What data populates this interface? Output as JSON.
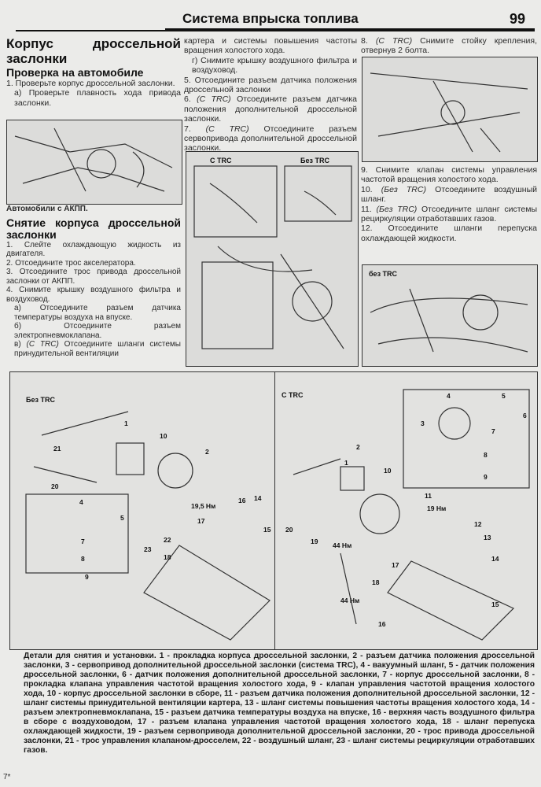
{
  "header": {
    "title": "Система впрыска топлива",
    "page_number": "99"
  },
  "col1": {
    "h1": "Корпус дроссельной заслонки",
    "h2_check": "Проверка на автомобиле",
    "check": [
      "1. Проверьте корпус дроссельной заслонки.",
      "а) Проверьте плавность хода привода заслонки."
    ],
    "fig_caption": "Автомобили с АКПП.",
    "h2_remove": "Снятие корпуса дроссельной заслонки",
    "steps": [
      "1. Слейте охлаждающую жидкость из двигателя.",
      "2. Отсоедините трос акселератора.",
      "3. Отсоедините трос привода дроссельной заслонки от АКПП.",
      "4. Снимите крышку воздушного фильтра и воздуховод."
    ],
    "substeps": [
      "а) Отсоедините разъем датчика температуры воздуха на впуске.",
      "б) Отсоедините разъем электропневмоклапана."
    ],
    "sub_v_prefix": "в) ",
    "sub_v_tag": "(С TRC)",
    "sub_v_text": " Отсоедините шланги системы принудительной вентиляции"
  },
  "col2": {
    "cont": "картера и системы повышения частоты вращения холостого хода.",
    "sub_g": "г) Снимите крышку воздушного фильтра и воздуховод.",
    "step5": "5. Отсоедините разъем датчика положения дроссельной заслонки",
    "step6_num": "6. ",
    "step6_tag": "(С TRC)",
    "step6_text": " Отсоедините разъем датчика положения дополнительной дроссельной заслонки.",
    "step7_num": "7. ",
    "step7_tag": "(С TRC)",
    "step7_text": " Отсоедините разъем сервопривода дополнительной дроссельной заслонки.",
    "fig_labels": [
      "С TRC",
      "Без TRC"
    ]
  },
  "col3": {
    "step8_num": "8. ",
    "step8_tag": "(С TRC)",
    "step8_text": " Снимите стойку крепления, отвернув 2 болта.",
    "step9": "9. Снимите клапан системы управления частотой вращения холостого хода.",
    "step10_num": "10. ",
    "step10_tag": "(Без TRC)",
    "step10_text": " Отсоедините воздушный шланг.",
    "step11_num": "11. ",
    "step11_tag": "(Без TRC)",
    "step11_text": " Отсоедините шланг системы рециркуляции отработавших газов.",
    "step12": "12. Отсоедините шланги перепуска охлаждающей жидкости.",
    "fig_label": "без TRC"
  },
  "big_figure": {
    "left_label": "Без TRC",
    "right_label": "С TRC",
    "left_callouts": [
      "1",
      "10",
      "2",
      "21",
      "20",
      "4",
      "5",
      "7",
      "8",
      "9",
      "19,5 Нм",
      "17",
      "16",
      "14",
      "15",
      "22",
      "23",
      "18"
    ],
    "right_callouts": [
      "4",
      "5",
      "6",
      "3",
      "7",
      "8",
      "9",
      "2",
      "1",
      "10",
      "11",
      "19 Нм",
      "12",
      "13",
      "20",
      "19",
      "44 Нм",
      "17",
      "18",
      "44 Нм",
      "14",
      "15",
      "16"
    ]
  },
  "caption": "Детали для снятия и установки. 1 - прокладка корпуса дроссельной заслонки, 2 - разъем датчика положения дроссельной заслонки, 3 - сервопривод дополнительной дроссельной заслонки (система TRC), 4 - вакуумный шланг, 5 - датчик положения дроссельной заслонки, 6 - датчик положения дополнительной дроссельной заслонки, 7 - корпус дроссельной заслонки, 8 - прокладка клапана управления частотой вращения холостого хода, 9 - клапан управления частотой вращения холостого хода, 10 - корпус дроссельной заслонки в сборе, 11 - разъем датчика положения дополнительной дроссельной заслонки, 12 - шланг системы принудительной вентиляции картера, 13 - шланг системы повышения частоты вращения холостого хода, 14 - разъем электропневмоклапана, 15 - разъем датчика температуры воздуха на впуске, 16 - верхняя часть воздушного фильтра в сборе с воздуховодом, 17 - разъем клапана управления частотой вращения холостого хода, 18 - шланг перепуска охлаждающей жидкости, 19 - разъем сервопривода дополнительной дроссельной заслонки, 20 - трос привода дроссельной заслонки, 21 - трос управления клапаном-дросселем, 22 - воздушный шланг, 23 - шланг системы рециркуляции отработавших газов.",
  "footer": "7*"
}
